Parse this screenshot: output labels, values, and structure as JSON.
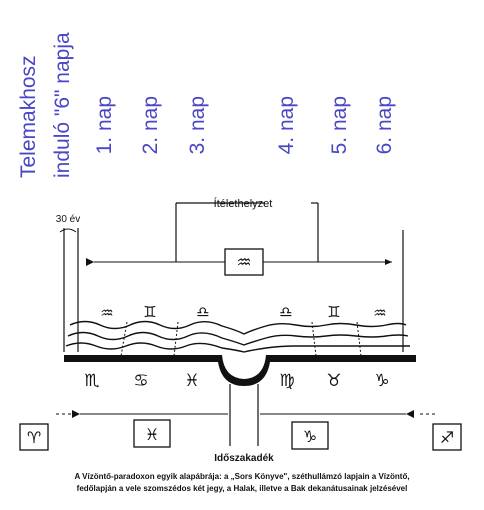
{
  "top_labels": {
    "start": [
      "Telemakhosz",
      "induló \"6\" napja"
    ],
    "days": [
      "1. nap",
      "2. nap",
      "3. nap",
      "4. nap",
      "5. nap",
      "6. nap"
    ]
  },
  "diagram": {
    "judgement_label": "Ítélethelyzet",
    "years_label": "30 év",
    "gap_label": "Időszakadék",
    "upper_signs": [
      "♒",
      "♊",
      "♎",
      "♎",
      "♊",
      "♒"
    ],
    "lower_signs": [
      "♏",
      "♋",
      "♓",
      "♍",
      "♉",
      "♑"
    ],
    "center_box_sign": "♒",
    "bottom_boxes": [
      "♈",
      "♓",
      "♑",
      "♐"
    ]
  },
  "caption": [
    "A Vízöntő-paradoxon egyik alapábrája: a „Sors Könyve\", széthullámzó lapjain a Vízöntő,",
    "fedőlapján a vele szomszédos két jegy, a Halak, illetve a Bak dekanátusainak jelzésével"
  ],
  "colors": {
    "label_blue": "#4a46c8",
    "ink": "#111111"
  }
}
